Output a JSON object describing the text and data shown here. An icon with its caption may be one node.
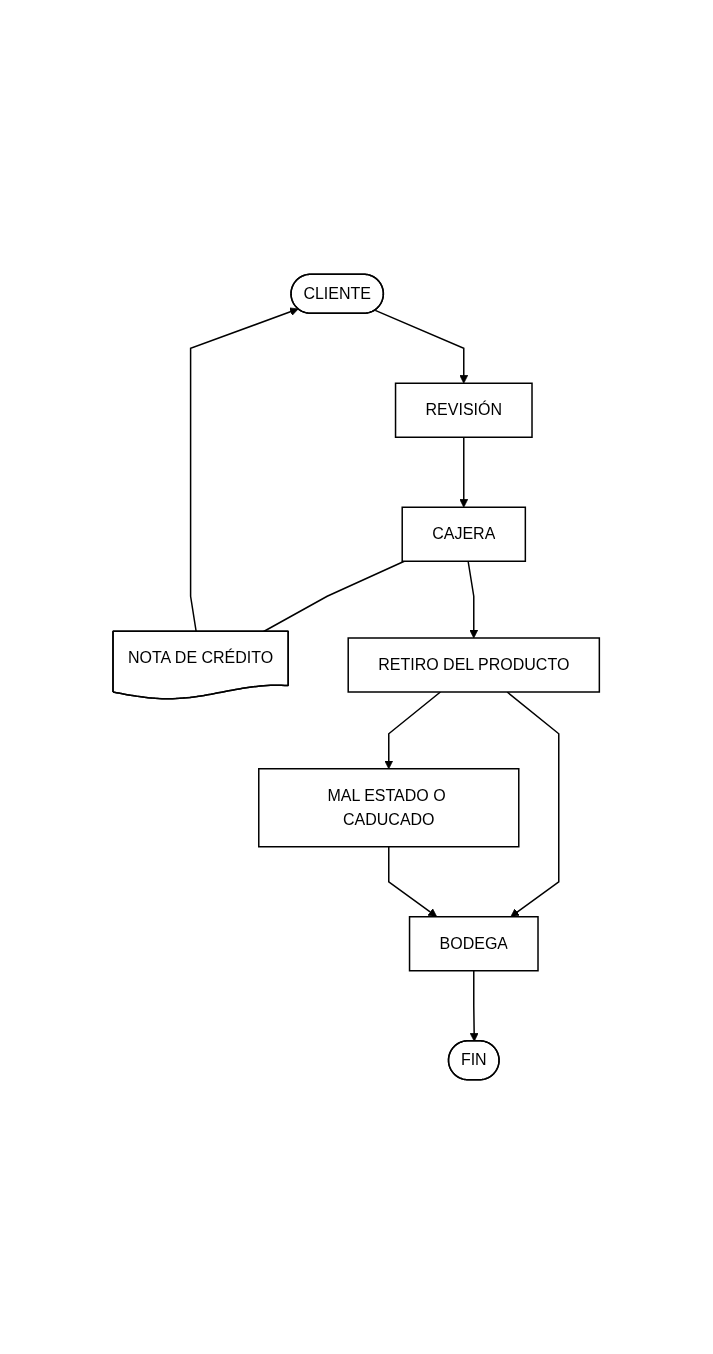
{
  "diagram": {
    "nodes": [
      {
        "text": [
          "CLIENTE"
        ]
      },
      {
        "text": [
          "REVISIÓN"
        ]
      },
      {
        "text": [
          "NOTA DE CRÉDITO"
        ]
      },
      {
        "text": [
          "CAJERA"
        ]
      },
      {
        "text": [
          "RETIRO DEL PRODUCTO"
        ]
      },
      {
        "text": [
          "MAL ESTADO O CADUCADO"
        ]
      },
      {
        "text": [
          "BODEGA"
        ]
      },
      {
        "text": [
          "FIN"
        ]
      }
    ],
    "edges": [
      {
        "from": 0,
        "to": 1,
        "arrow": "to"
      },
      {
        "from": 1,
        "to": 3,
        "arrow": "to"
      },
      {
        "from": 3,
        "to": 2,
        "arrow": "none"
      },
      {
        "from": 2,
        "to": 0,
        "arrow": "to"
      },
      {
        "from": 3,
        "to": 4,
        "arrow": "to"
      },
      {
        "from": 4,
        "to": 5,
        "arrow": "to"
      },
      {
        "from": 4,
        "to": 6,
        "arrow": "to"
      },
      {
        "from": 5,
        "to": 6,
        "arrow": "to"
      },
      {
        "from": 6,
        "to": 7,
        "arrow": "to"
      }
    ]
  }
}
